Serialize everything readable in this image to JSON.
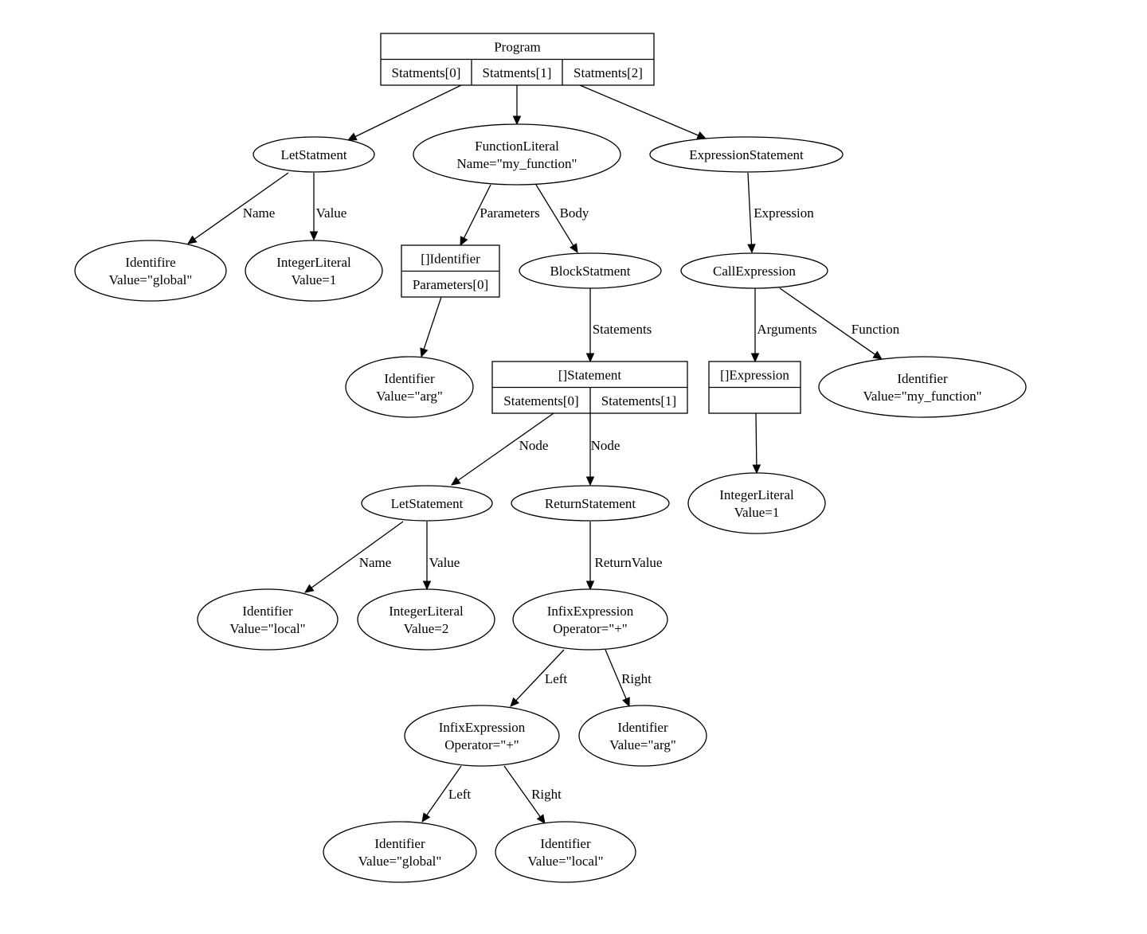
{
  "title": "AST graph",
  "nodes": {
    "program": {
      "type": "record",
      "title": "Program",
      "fields": [
        "Statments[0]",
        "Statments[1]",
        "Statments[2]"
      ]
    },
    "let1": {
      "type": "ellipse",
      "lines": [
        "LetStatment"
      ]
    },
    "func": {
      "type": "ellipse",
      "lines": [
        "FunctionLiteral",
        "Name=\"my_function\""
      ]
    },
    "exprstmt": {
      "type": "ellipse",
      "lines": [
        "ExpressionStatement"
      ]
    },
    "identGlobal": {
      "type": "ellipse",
      "lines": [
        "Identifire",
        "Value=\"global\""
      ]
    },
    "intlit1": {
      "type": "ellipse",
      "lines": [
        "IntegerLiteral",
        "Value=1"
      ]
    },
    "identArr": {
      "type": "record",
      "title": "[]Identifier",
      "fields": [
        "Parameters[0]"
      ]
    },
    "block": {
      "type": "ellipse",
      "lines": [
        "BlockStatment"
      ]
    },
    "call": {
      "type": "ellipse",
      "lines": [
        "CallExpression"
      ]
    },
    "identArg": {
      "type": "ellipse",
      "lines": [
        "Identifier",
        "Value=\"arg\""
      ]
    },
    "stmtArr": {
      "type": "record",
      "title": "[]Statement",
      "fields": [
        "Statements[0]",
        "Statements[1]"
      ]
    },
    "exprArr": {
      "type": "record",
      "title": "[]Expression",
      "fields": [
        ""
      ]
    },
    "identMyFunc": {
      "type": "ellipse",
      "lines": [
        "Identifier",
        "Value=\"my_function\""
      ]
    },
    "let2": {
      "type": "ellipse",
      "lines": [
        "LetStatement"
      ]
    },
    "ret": {
      "type": "ellipse",
      "lines": [
        "ReturnStatement"
      ]
    },
    "intlit1b": {
      "type": "ellipse",
      "lines": [
        "IntegerLiteral",
        "Value=1"
      ]
    },
    "identLocal": {
      "type": "ellipse",
      "lines": [
        "Identifier",
        "Value=\"local\""
      ]
    },
    "intlit2": {
      "type": "ellipse",
      "lines": [
        "IntegerLiteral",
        "Value=2"
      ]
    },
    "infix1": {
      "type": "ellipse",
      "lines": [
        "InfixExpression",
        "Operator=\"+\""
      ]
    },
    "infix2": {
      "type": "ellipse",
      "lines": [
        "InfixExpression",
        "Operator=\"+\""
      ]
    },
    "identArg2": {
      "type": "ellipse",
      "lines": [
        "Identifier",
        "Value=\"arg\""
      ]
    },
    "identGlobal2": {
      "type": "ellipse",
      "lines": [
        "Identifier",
        "Value=\"global\""
      ]
    },
    "identLocal2": {
      "type": "ellipse",
      "lines": [
        "Identifier",
        "Value=\"local\""
      ]
    }
  },
  "edges": [
    {
      "from": "program",
      "to": "let1",
      "label": ""
    },
    {
      "from": "program",
      "to": "func",
      "label": ""
    },
    {
      "from": "program",
      "to": "exprstmt",
      "label": ""
    },
    {
      "from": "let1",
      "to": "identGlobal",
      "label": "Name"
    },
    {
      "from": "let1",
      "to": "intlit1",
      "label": "Value"
    },
    {
      "from": "func",
      "to": "identArr",
      "label": "Parameters"
    },
    {
      "from": "func",
      "to": "block",
      "label": "Body"
    },
    {
      "from": "exprstmt",
      "to": "call",
      "label": "Expression"
    },
    {
      "from": "identArr",
      "to": "identArg",
      "label": ""
    },
    {
      "from": "block",
      "to": "stmtArr",
      "label": "Statements"
    },
    {
      "from": "call",
      "to": "exprArr",
      "label": "Arguments"
    },
    {
      "from": "call",
      "to": "identMyFunc",
      "label": "Function"
    },
    {
      "from": "exprArr",
      "to": "intlit1b",
      "label": ""
    },
    {
      "from": "stmtArr",
      "to": "let2",
      "label": "Node"
    },
    {
      "from": "stmtArr",
      "to": "ret",
      "label": "Node"
    },
    {
      "from": "let2",
      "to": "identLocal",
      "label": "Name"
    },
    {
      "from": "let2",
      "to": "intlit2",
      "label": "Value"
    },
    {
      "from": "ret",
      "to": "infix1",
      "label": "ReturnValue"
    },
    {
      "from": "infix1",
      "to": "infix2",
      "label": "Left"
    },
    {
      "from": "infix1",
      "to": "identArg2",
      "label": "Right"
    },
    {
      "from": "infix2",
      "to": "identGlobal2",
      "label": "Left"
    },
    {
      "from": "infix2",
      "to": "identLocal2",
      "label": "Right"
    }
  ]
}
